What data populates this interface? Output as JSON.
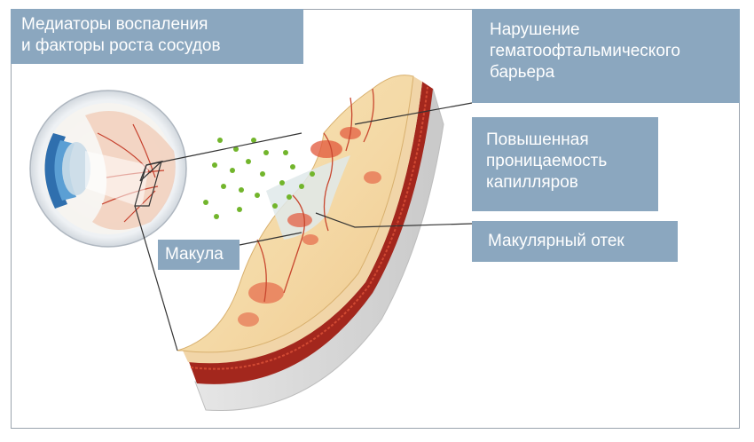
{
  "labels": {
    "mediators": "Медиаторы воспаления\nи факторы роста сосудов",
    "barrier": "Нарушение\nгематоофтальмического\nбарьера",
    "permeability": "Повышенная\nпроницаемость\nкапилляров",
    "edema": "Макулярный отек",
    "macula": "Макула"
  },
  "colors": {
    "label_bg": "#8ba7bf",
    "label_text": "#ffffff",
    "retina": "#f4dcb0",
    "hemorrhage": "#e2573a",
    "vessel_layer": "#a3271d",
    "particles": "#72b52c"
  }
}
